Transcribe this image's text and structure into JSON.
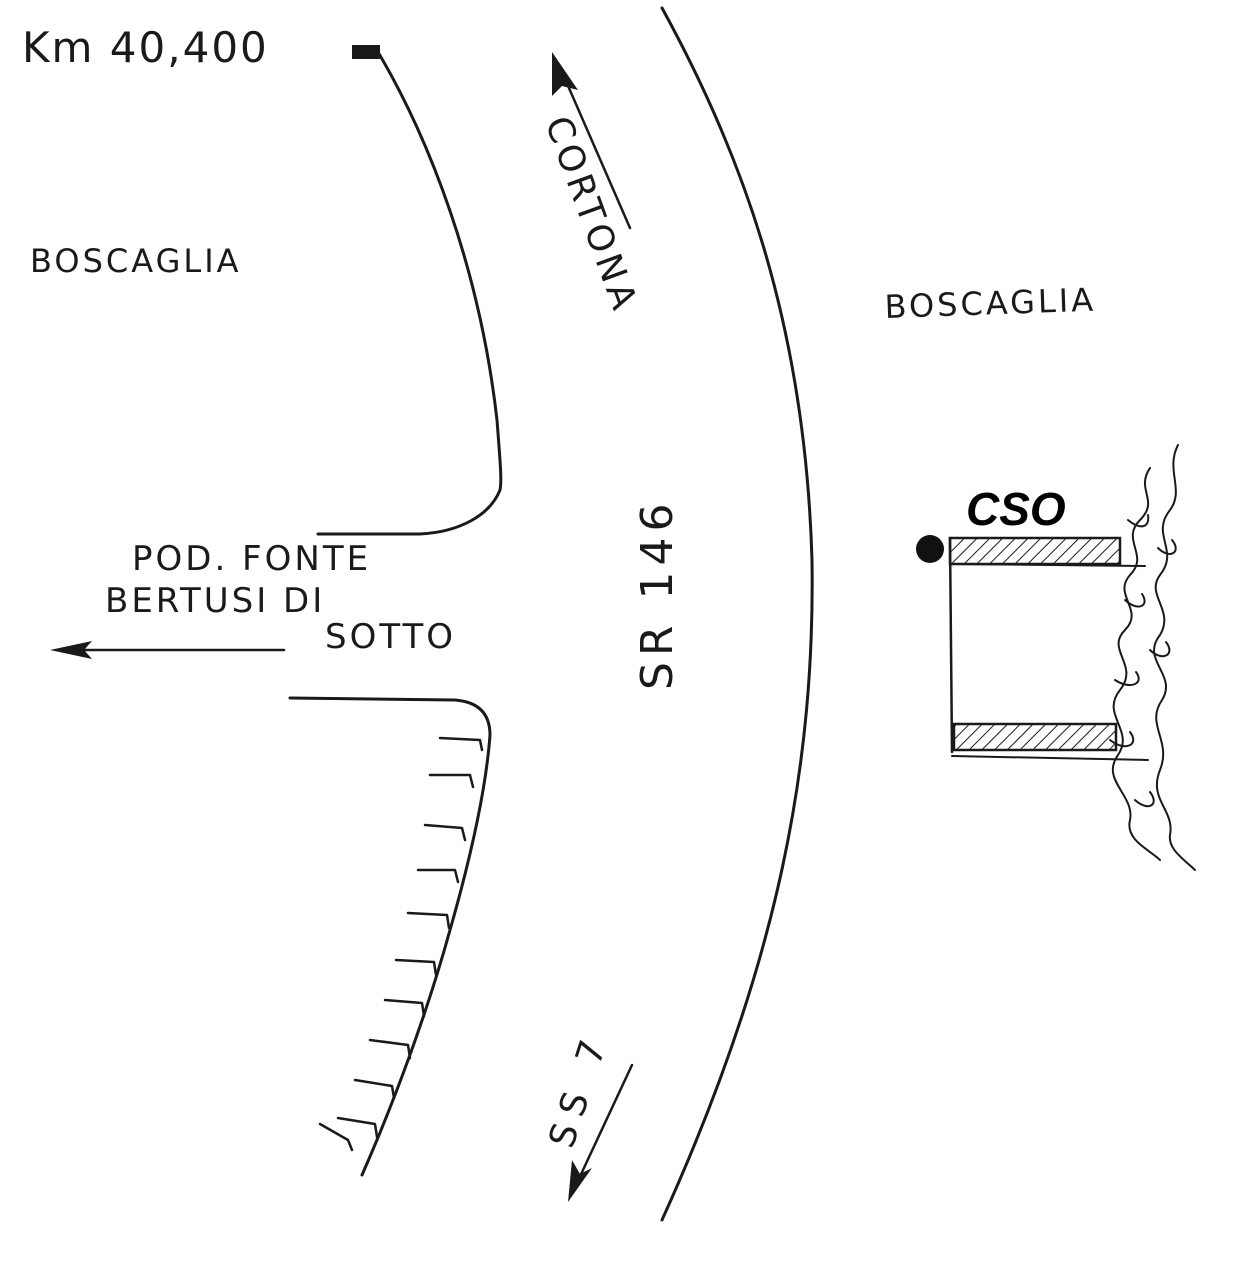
{
  "labels": {
    "km_marker": "Km 40,400",
    "boscaglia_left": "BOSCAGLIA",
    "boscaglia_right": "BOSCAGLIA",
    "cortona": "CORTONA",
    "road_name": "SR 146",
    "pod_line1": "POD. FONTE",
    "pod_line2": "BERTUSI DI",
    "pod_line3": "SOTTO",
    "ss": "SS 7",
    "cso": "CSO"
  },
  "colors": {
    "ink": "#1a1a1a",
    "background": "#ffffff"
  }
}
